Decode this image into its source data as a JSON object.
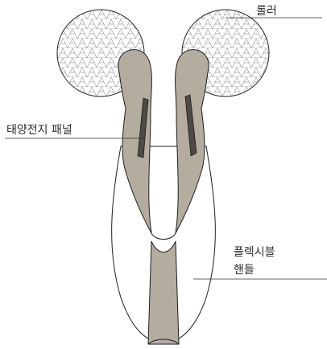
{
  "labels": {
    "roller": "롤러",
    "solar_panel": "태양전지 패널",
    "flexible_handle_line1": "플렉시블",
    "flexible_handle_line2": "핸들"
  },
  "colors": {
    "arm_fill": "#b5aca0",
    "panel_fill": "#4d4a44",
    "outline": "#1f1f1f",
    "leader": "#333333",
    "background": "#ffffff"
  }
}
